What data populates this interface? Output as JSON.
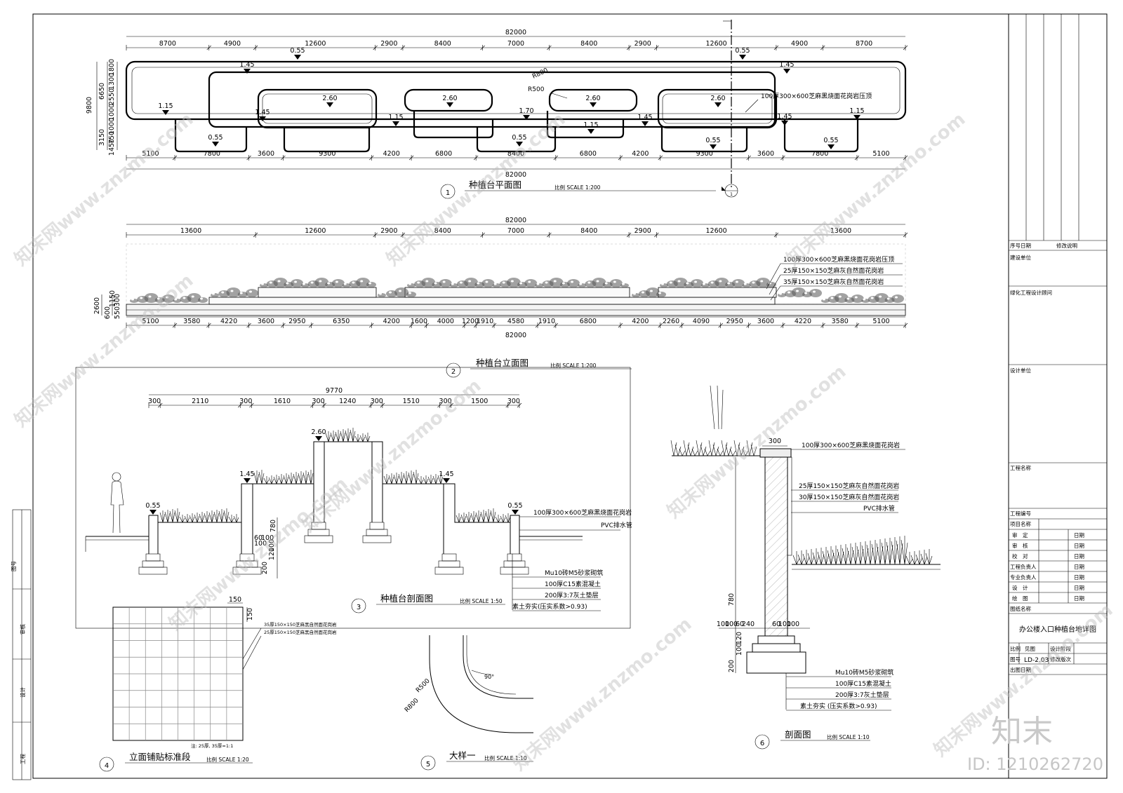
{
  "plan": {
    "total": "82000",
    "top_dims": [
      "8700",
      "4900",
      "12600",
      "2900",
      "8400",
      "7000",
      "8400",
      "2900",
      "12600",
      "4900",
      "8700"
    ],
    "bottom_dims": [
      "5100",
      "7800",
      "3600",
      "9300",
      "4200",
      "6800",
      "8400",
      "6800",
      "4200",
      "9300",
      "3600",
      "7800",
      "5100"
    ],
    "left_dims": [
      "9800",
      "6650",
      "3150",
      "1800",
      "1300",
      "2550",
      "1000",
      "1000",
      "750",
      "1450"
    ],
    "levels": [
      "0.55",
      "1.45",
      "1.15",
      "0.55",
      "2.60",
      "1.45",
      "1.15",
      "2.60",
      "1.70",
      "0.55",
      "2.60",
      "1.15",
      "1.45",
      "2.60",
      "0.55",
      "1.45",
      "0.55",
      "1.45",
      "0.55",
      "1.15"
    ],
    "radius_labels": [
      "R800",
      "R500"
    ],
    "material_note": "100厚300×600芝麻黑烧面花岗岩压顶",
    "section_mark": "1",
    "num": "1",
    "title": "种植台平面图",
    "scale": "比例  SCALE 1:200"
  },
  "elevation": {
    "total": "82000",
    "top_dims": [
      "13600",
      "12600",
      "2900",
      "8400",
      "7000",
      "8400",
      "2900",
      "12600",
      "13600"
    ],
    "bottom_dims": [
      "5100",
      "3580",
      "4220",
      "3600",
      "2950",
      "6350",
      "4200",
      "1600",
      "4000",
      "1200",
      "1910",
      "4580",
      "1910",
      "6800",
      "4200",
      "2260",
      "4090",
      "2950",
      "3600",
      "4220",
      "3580",
      "5100"
    ],
    "left_dims": [
      "2600",
      "600",
      "1150",
      "550",
      "300"
    ],
    "notes": [
      "100厚300×600芝麻黑烧面花岗岩压顶",
      "25厚150×150芝麻灰自然面花岗岩",
      "35厚150×150芝麻灰自然面花岗岩"
    ],
    "num": "2",
    "title": "种植台立面图",
    "scale": "比例  SCALE 1:200"
  },
  "section": {
    "total": "9770",
    "dims": [
      "300",
      "2110",
      "300",
      "1610",
      "300",
      "1240",
      "300",
      "1510",
      "300",
      "1500",
      "300"
    ],
    "levels": [
      "0.55",
      "1.45",
      "2.60",
      "1.45",
      "0.55"
    ],
    "vert_dims": [
      "780",
      "60",
      "100",
      "100",
      "200",
      "120",
      "100"
    ],
    "notes_right": [
      "100厚300×600芝麻黑烧面花岗岩",
      "PVC排水管"
    ],
    "notes_bottom": [
      "Mu10砖M5砂浆砌筑",
      "100厚C15素混凝土",
      "200厚3:7灰土垫层",
      "素土夯实(压实系数>0.93)"
    ],
    "num": "3",
    "title": "种植台剖面图",
    "scale": "比例  SCALE 1:50"
  },
  "tiling": {
    "dims": [
      "150",
      "150"
    ],
    "notes": [
      "35厚150×150芝麻黑自然面花岗岩",
      "25厚150×150芝麻黑自然面花岗岩"
    ],
    "footnote": "注: 25厚, 35厚=1:1",
    "num": "4",
    "title": "立面铺贴标准段",
    "scale": "比例  SCALE 1:20"
  },
  "detail": {
    "radius_labels": [
      "R500",
      "R800"
    ],
    "angle": "90°",
    "num": "5",
    "title": "大样一",
    "scale": "比例  SCALE 1:10"
  },
  "wall": {
    "top_dim": "300",
    "notes_top": [
      "100厚300×600芝麻黑烧面花岗岩",
      "25厚150×150芝麻灰自然面花岗岩",
      "30厚150×150芝麻灰自然面花岗岩",
      "PVC排水管"
    ],
    "vert_dims": [
      "780",
      "200",
      "100",
      "120"
    ],
    "base_dims": [
      "100",
      "100",
      "60",
      "240",
      "60",
      "100",
      "100"
    ],
    "notes_bottom": [
      "Mu10砖M5砂浆砌筑",
      "100厚C15素混凝土",
      "200厚3:7灰土垫层",
      "素土夯实 (压实系数>0.93)"
    ],
    "num": "6",
    "title": "剖面图",
    "scale": "比例  SCALE 1:10"
  },
  "title_block": {
    "rev_no": "序号日期",
    "rev_desc": "修改说明",
    "client": "建设单位",
    "consultant": "绿化工程设计顾问",
    "designer": "设计单位",
    "project": "工程名称",
    "project_no": "工程编号",
    "item_name": "项目名称",
    "roles": [
      "审　定",
      "审　核",
      "校　对",
      "工程负责人",
      "专业负责人",
      "设　计",
      "绘　图"
    ],
    "date_label": "日期",
    "drawing_name_label": "图纸名称",
    "drawing_name": "办公楼入口种植台地详图",
    "scale_label": "比例",
    "scale_value": "见图",
    "stage_label": "设计阶段",
    "sheet_no_label": "图号",
    "sheet_no": "LD-2.03",
    "version_label": "修改版次",
    "issue_date": "出图日期"
  },
  "left_strip": [
    "图号",
    "审核",
    "设计",
    "工程"
  ],
  "watermark": {
    "brand": "知末",
    "site": "知末网www.znzmo.com",
    "id": "ID: 1210262720"
  }
}
